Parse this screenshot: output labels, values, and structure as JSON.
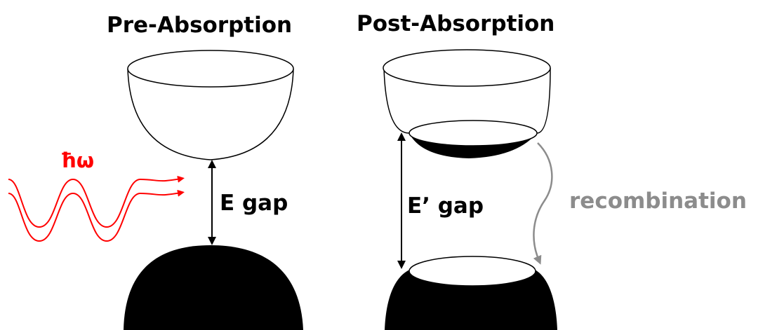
{
  "titles": {
    "pre": "Pre-Absorption",
    "post": "Post-Absorption"
  },
  "labels": {
    "pre_gap": "E gap",
    "post_gap": "E’ gap",
    "photon": "ħω",
    "recombination": "recombination"
  },
  "colors": {
    "photon": "#ff0000",
    "recombination": "#8c8c8c",
    "filled": "#000000"
  }
}
